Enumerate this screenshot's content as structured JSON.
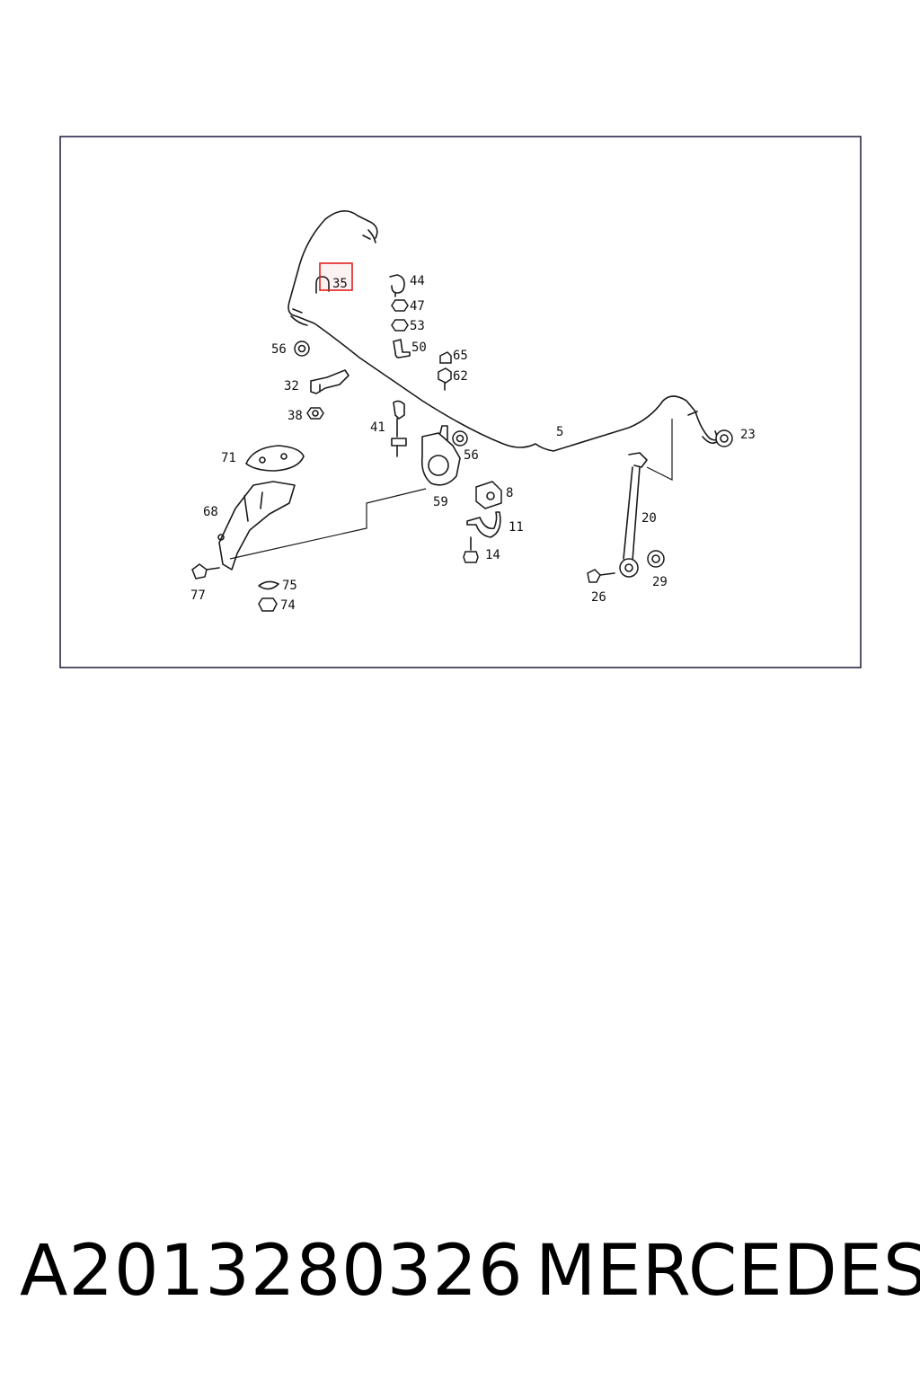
{
  "diagram": {
    "frame_color": "#1a1a3a",
    "highlight_color": "#e02020",
    "highlighted_part": "35",
    "callouts": [
      {
        "id": "callout-35",
        "label": "35"
      },
      {
        "id": "callout-44",
        "label": "44"
      },
      {
        "id": "callout-47",
        "label": "47"
      },
      {
        "id": "callout-53",
        "label": "53"
      },
      {
        "id": "callout-50",
        "label": "50"
      },
      {
        "id": "callout-56a",
        "label": "56"
      },
      {
        "id": "callout-65",
        "label": "65"
      },
      {
        "id": "callout-62",
        "label": "62"
      },
      {
        "id": "callout-32",
        "label": "32"
      },
      {
        "id": "callout-38",
        "label": "38"
      },
      {
        "id": "callout-41",
        "label": "41"
      },
      {
        "id": "callout-5",
        "label": "5"
      },
      {
        "id": "callout-23",
        "label": "23"
      },
      {
        "id": "callout-56b",
        "label": "56"
      },
      {
        "id": "callout-71",
        "label": "71"
      },
      {
        "id": "callout-8",
        "label": "8"
      },
      {
        "id": "callout-68",
        "label": "68"
      },
      {
        "id": "callout-59",
        "label": "59"
      },
      {
        "id": "callout-20",
        "label": "20"
      },
      {
        "id": "callout-11",
        "label": "11"
      },
      {
        "id": "callout-14",
        "label": "14"
      },
      {
        "id": "callout-75",
        "label": "75"
      },
      {
        "id": "callout-74",
        "label": "74"
      },
      {
        "id": "callout-77",
        "label": "77"
      },
      {
        "id": "callout-26",
        "label": "26"
      },
      {
        "id": "callout-29",
        "label": "29"
      }
    ]
  },
  "footer": {
    "part_number": "A2013280326",
    "brand": "MERCEDES"
  }
}
